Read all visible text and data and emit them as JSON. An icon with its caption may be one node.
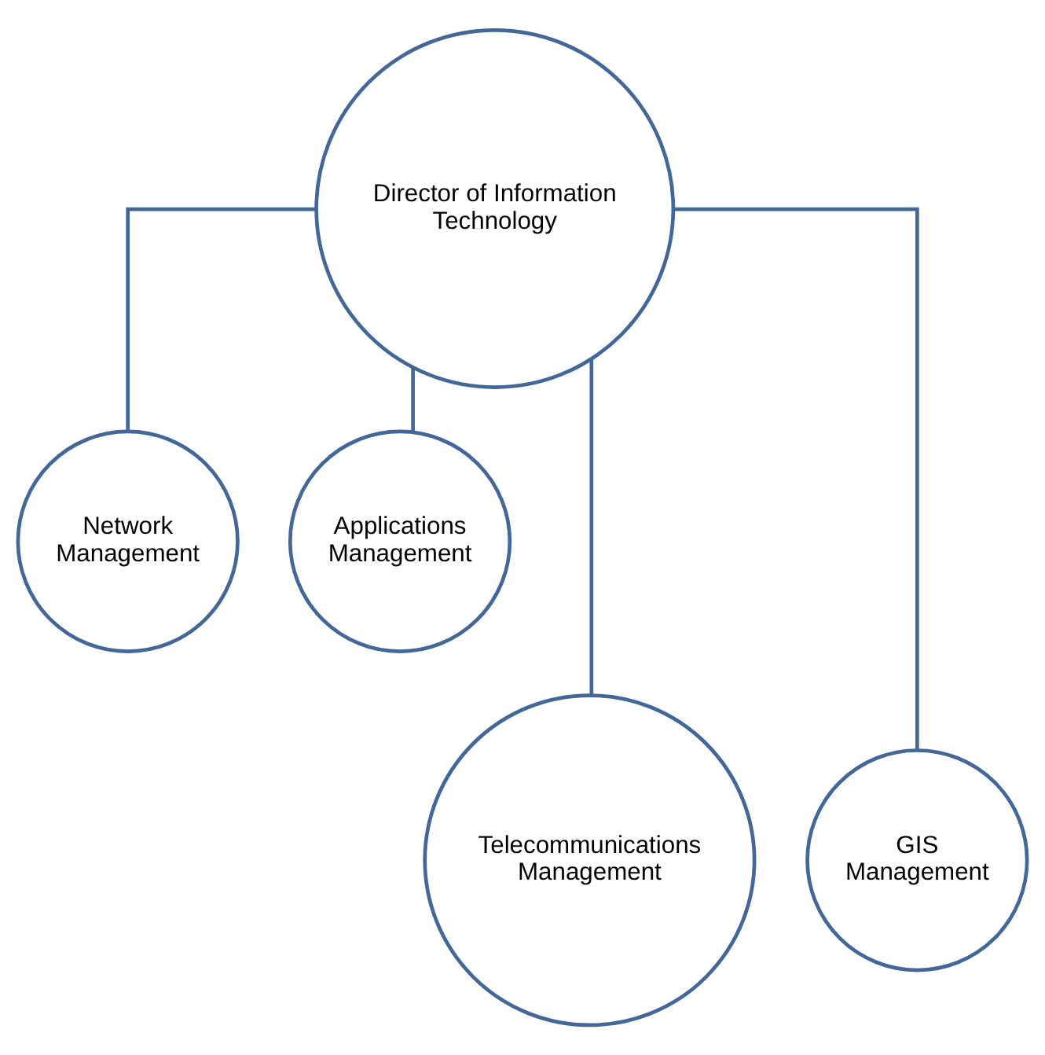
{
  "diagram": {
    "nodes": [
      {
        "text": [
          "Director of Information Technology"
        ]
      },
      {
        "text": [
          "Network Management"
        ]
      },
      {
        "text": [
          "Applications Management"
        ]
      },
      {
        "text": [
          "Telecommunications Management"
        ]
      },
      {
        "text": [
          "GIS Management"
        ]
      }
    ],
    "edges": [
      {
        "from": 0,
        "to": 1,
        "arrow": "none"
      },
      {
        "from": 0,
        "to": 2,
        "arrow": "none"
      },
      {
        "from": 0,
        "to": 3,
        "arrow": "none"
      },
      {
        "from": 0,
        "to": 4,
        "arrow": "none"
      }
    ]
  }
}
